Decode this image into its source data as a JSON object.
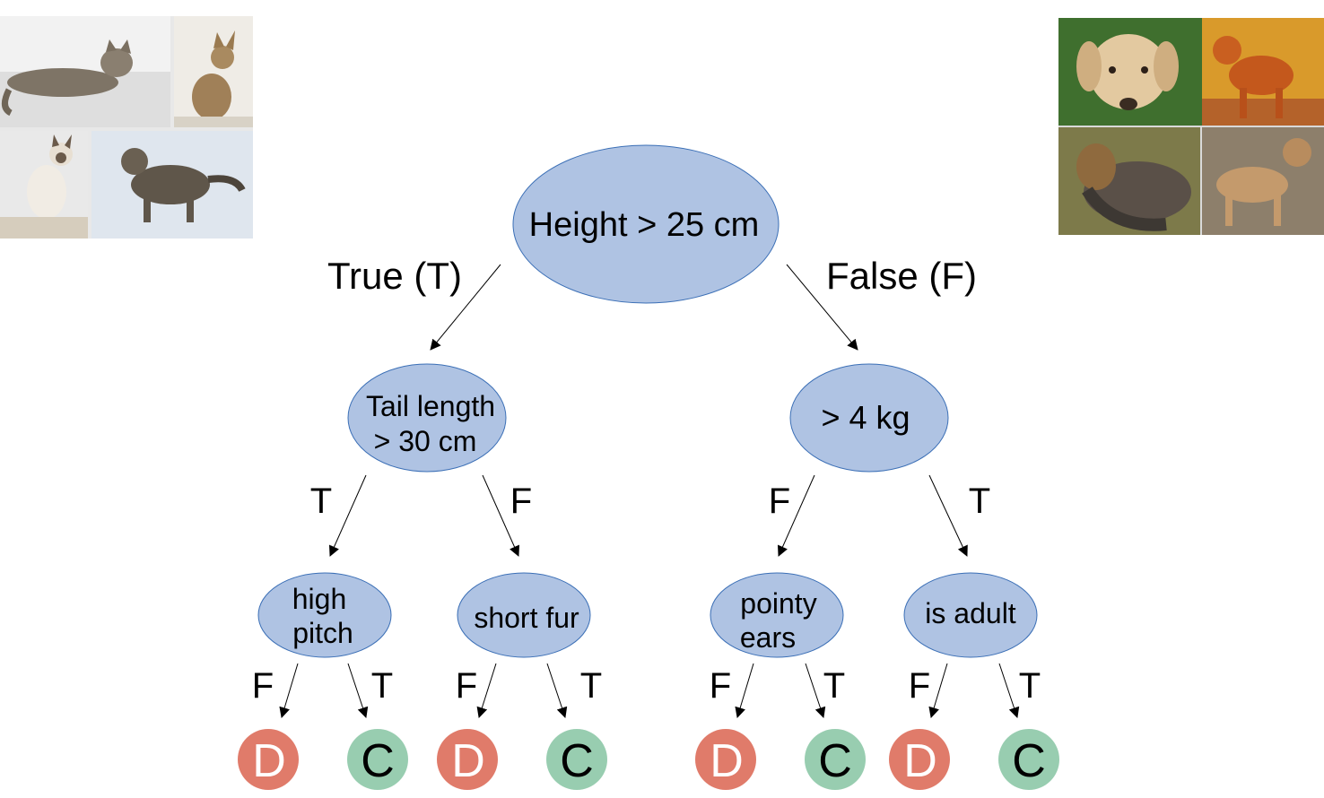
{
  "root": {
    "label": "Height > 25 cm"
  },
  "edges_top": {
    "left": "True (T)",
    "right": "False (F)"
  },
  "level1": [
    {
      "lines": [
        "Tail length",
        "> 30 cm"
      ]
    },
    {
      "lines": [
        "> 4 kg"
      ]
    }
  ],
  "level1_edges": [
    "T",
    "F",
    "F",
    "T"
  ],
  "level2": [
    {
      "lines": [
        "high",
        "pitch"
      ]
    },
    {
      "lines": [
        "short fur"
      ]
    },
    {
      "lines": [
        "pointy",
        "ears"
      ]
    },
    {
      "lines": [
        "is adult"
      ]
    }
  ],
  "leaf_edges": [
    "F",
    "T",
    "F",
    "T",
    "F",
    "T",
    "F",
    "T"
  ],
  "leaves": [
    "D",
    "C",
    "D",
    "C",
    "D",
    "C",
    "D",
    "C"
  ],
  "colors": {
    "node_fill": "#afc3e3",
    "dog_leaf": "#e07b6a",
    "cat_leaf": "#98cdb0"
  },
  "photos": {
    "cats": [
      "tabby-cat-lying",
      "abyssinian-cat-sitting",
      "siamese-cat-sitting",
      "tabby-cat-in-snow"
    ],
    "dogs": [
      "golden-puppy-in-grass",
      "golden-retriever-standing",
      "yorkshire-terrier",
      "boxer-dog-standing"
    ]
  }
}
